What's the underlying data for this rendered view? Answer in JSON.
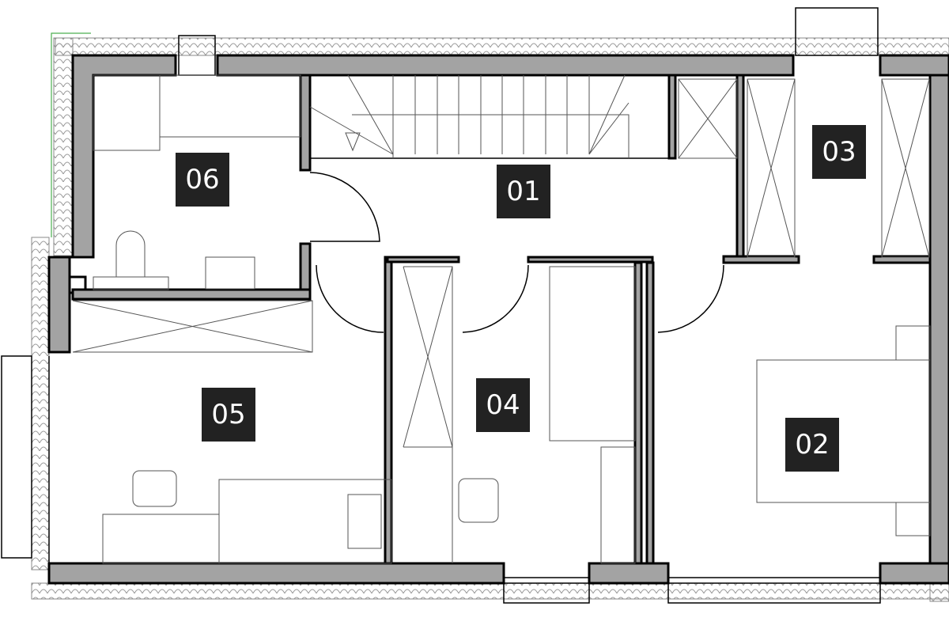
{
  "plan": {
    "rooms": [
      {
        "id": "01"
      },
      {
        "id": "02"
      },
      {
        "id": "03"
      },
      {
        "id": "04"
      },
      {
        "id": "05"
      },
      {
        "id": "06"
      }
    ],
    "colors": {
      "wall": "#a3a3a3",
      "label_bg": "#222222",
      "label_text": "#ffffff",
      "property_line": "#4caf50"
    }
  }
}
